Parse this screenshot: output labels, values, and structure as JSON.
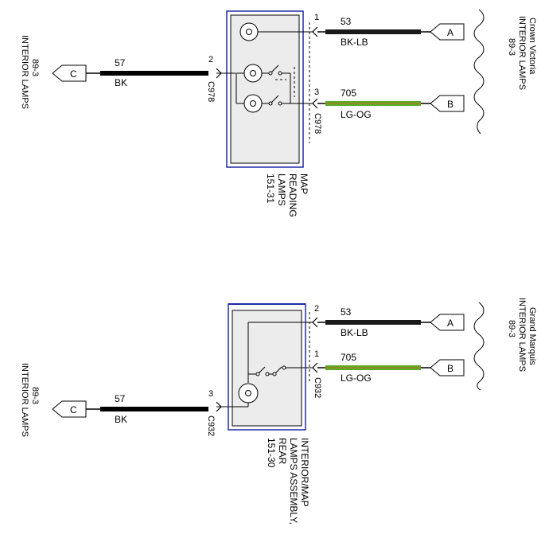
{
  "top": {
    "left_ref": [
      "INTERIOR LAMPS",
      "89-3"
    ],
    "right_ref": [
      "Crown Victoria",
      "INTERIOR LAMPS",
      "89-3"
    ],
    "component": [
      "MAP",
      "READING",
      "LAMPS",
      "151-31"
    ],
    "connector_left": "C978",
    "connector_right": "C978",
    "wires": {
      "c": {
        "pin": "2",
        "circuit": "57",
        "color": "BK",
        "end": "C"
      },
      "a": {
        "pin": "1",
        "circuit": "53",
        "color": "BK-LB",
        "end": "A"
      },
      "b": {
        "pin": "3",
        "circuit": "705",
        "color": "LG-OG",
        "end": "B"
      }
    }
  },
  "bottom": {
    "left_ref": [
      "INTERIOR LAMPS",
      "89-3"
    ],
    "right_ref": [
      "Grand Marquis",
      "INTERIOR LAMPS",
      "89-3"
    ],
    "component": [
      "INTERIOR/MAP",
      "LAMPS ASSEMBLY,",
      "REAR",
      "151-30"
    ],
    "connector_left": "C932",
    "connector_right": "C932",
    "wires": {
      "c": {
        "pin": "3",
        "circuit": "57",
        "color": "BK",
        "end": "C"
      },
      "a": {
        "pin": "2",
        "circuit": "53",
        "color": "BK-LB",
        "end": "A"
      },
      "b": {
        "pin": "1",
        "circuit": "705",
        "color": "LG-OG",
        "end": "B"
      }
    }
  },
  "colors": {
    "bk": "#000000",
    "bk_lb": "#1a1a1a",
    "lb_stripe": "#4a7fc0",
    "lg_og": "#5aaa2a",
    "og_stripe": "#c86f1a",
    "frame": "#1f2aa8",
    "body": "#ececec"
  }
}
